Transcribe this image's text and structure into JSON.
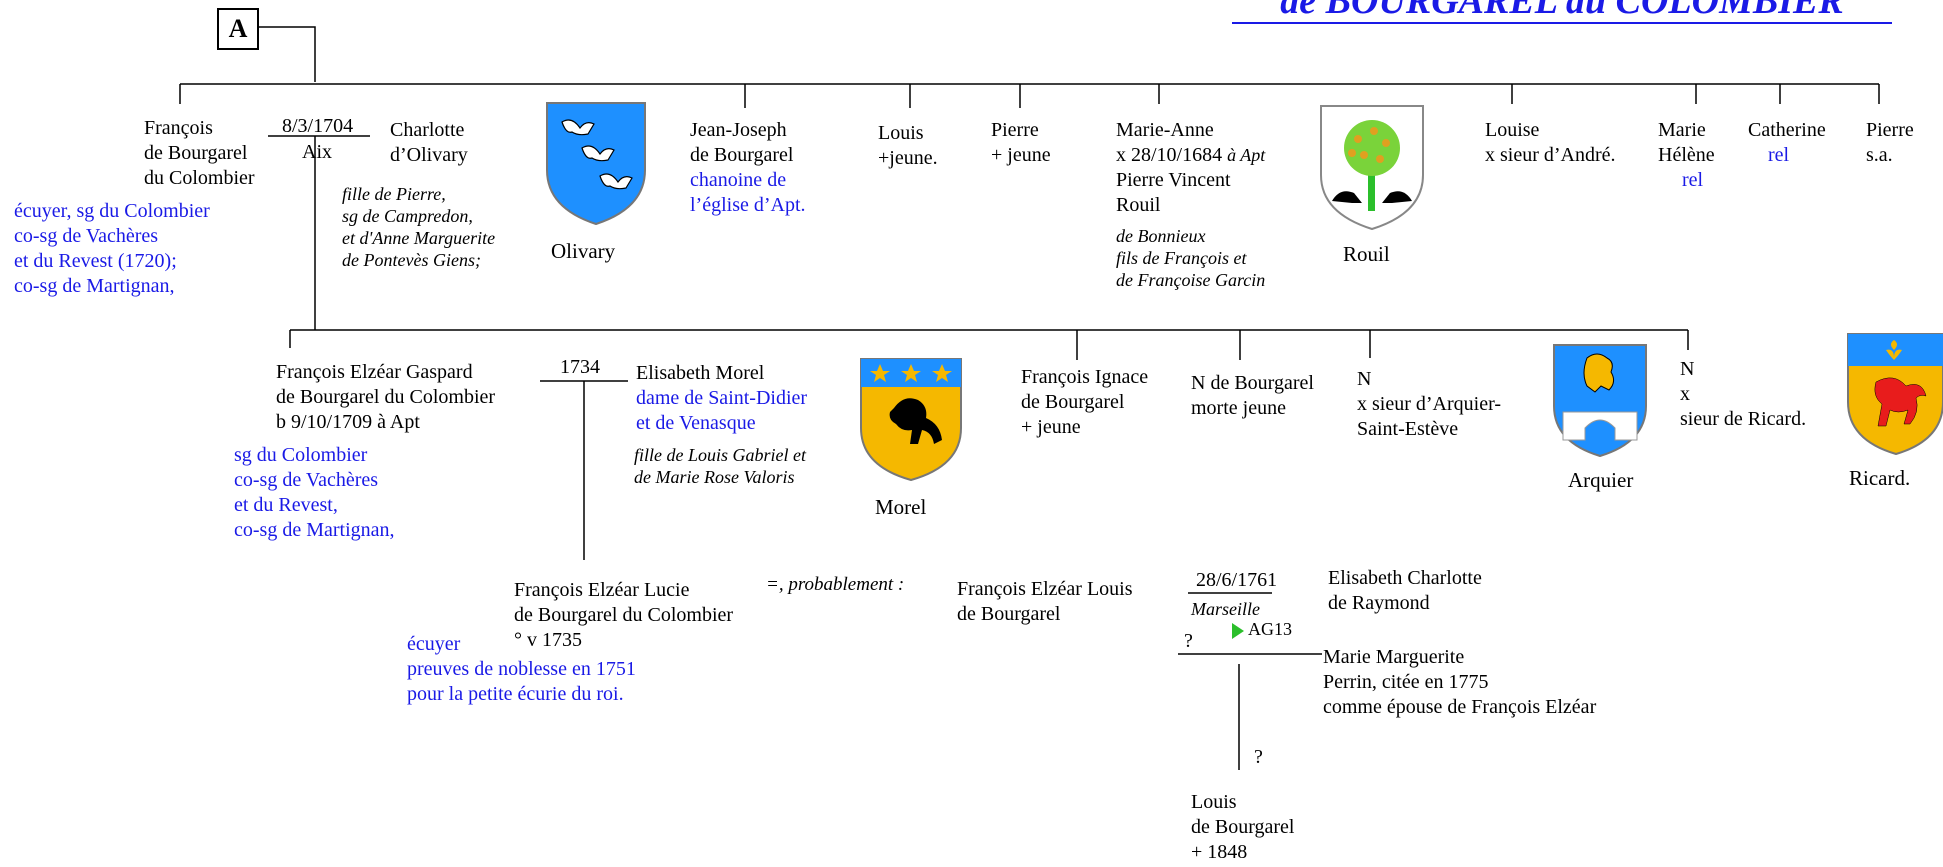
{
  "title": "de BOURGAREL du COLOMBIER",
  "box_label": "A",
  "gen1": {
    "francois": {
      "line1": "François",
      "line2": "de Bourgarel",
      "line3": "du Colombier"
    },
    "francois_titles": [
      "écuyer, sg du Colombier",
      "co-sg de Vachères",
      "et du Revest (1720);",
      "co-sg de Martignan,"
    ],
    "marriage_date": "8/3/1704",
    "marriage_place": "Aix",
    "charlotte": {
      "line1": "Charlotte",
      "line2": "d’Olivary"
    },
    "charlotte_parents": [
      "fille de Pierre,",
      "sg de Campredon,",
      "et d'Anne Marguerite",
      "de Pontevès Giens;"
    ],
    "olivary_label": "Olivary",
    "jean_joseph": {
      "line1": "Jean-Joseph",
      "line2": "de Bourgarel",
      "line3": "chanoine de",
      "line4": "l’église d’Apt."
    },
    "louis": {
      "line1": "Louis",
      "line2": "+jeune."
    },
    "pierre": {
      "line1": "Pierre",
      "line2": "+ jeune"
    },
    "marie_anne": {
      "line1": "Marie-Anne",
      "line2": "x 28/10/1684",
      "line2_place": "à Apt",
      "line3": "Pierre Vincent",
      "line4": "Rouil",
      "line5": "de Bonnieux",
      "line6": "fils de François et",
      "line7": "de Françoise Garcin"
    },
    "rouil_label": "Rouil",
    "louise": {
      "line1": "Louise",
      "line2": "x sieur d’André."
    },
    "marie_helene": {
      "line1": "Marie",
      "line2": "Hélène",
      "line3": "rel"
    },
    "catherine": {
      "line1": "Catherine",
      "line2": "rel"
    },
    "pierre2": {
      "line1": "Pierre",
      "line2": "s.a."
    }
  },
  "gen2": {
    "fe_gaspard": {
      "line1": "François Elzéar Gaspard",
      "line2": "de Bourgarel du Colombier",
      "line3": "b 9/10/1709 à Apt"
    },
    "fe_gaspard_titles": [
      "sg du Colombier",
      "co-sg de Vachères",
      "et du Revest,",
      "co-sg de Martignan,"
    ],
    "marriage_year": "1734",
    "elisabeth": {
      "line1": "Elisabeth Morel",
      "line2": "dame de Saint-Didier",
      "line3": "et de Venasque"
    },
    "elisabeth_parents": [
      "fille de Louis Gabriel et",
      "de Marie Rose Valoris"
    ],
    "morel_label": "Morel",
    "fi": {
      "line1": "François Ignace",
      "line2": "de Bourgarel",
      "line3": "+ jeune"
    },
    "n_bourgarel": {
      "line1": "N de Bourgarel",
      "line2": "morte jeune"
    },
    "n_arquier": {
      "line1": "N",
      "line2": "x sieur d’Arquier-",
      "line3": "Saint-Estève"
    },
    "arquier_label": "Arquier",
    "n_ricard": {
      "line1": "N",
      "line2": "x",
      "line3": "sieur de Ricard."
    },
    "ricard_label": "Ricard."
  },
  "gen3": {
    "fe_lucie": {
      "line1": "François Elzéar Lucie",
      "line2": "de Bourgarel du Colombier",
      "line3": "° v 1735"
    },
    "fe_lucie_titles": [
      "écuyer",
      "preuves de noblesse en 1751",
      "pour la petite écurie du roi."
    ],
    "probablement": "=, probablement :",
    "fe_louis": {
      "line1": "François Elzéar Louis",
      "line2": "de Bourgarel"
    },
    "marriage_date": "28/6/1761",
    "marriage_place": "Marseille",
    "link_label": "AG13",
    "question1": "?",
    "elisabeth_charlotte": {
      "line1": "Elisabeth Charlotte",
      "line2": "de Raymond"
    },
    "marie_marguerite": {
      "line1": "Marie Marguerite",
      "line2": "Perrin, citée en 1775",
      "line3": "comme épouse de François Elzéar"
    },
    "question2": "?",
    "louis": {
      "line1": "Louis",
      "line2": "de Bourgarel",
      "line3": "+ 1848"
    }
  },
  "colors": {
    "blue_text": "#1a1ae6",
    "shield_blue": "#1e90ff",
    "shield_gold": "#f5b800",
    "shield_red": "#e81c1c",
    "green_arrow": "#2bbf2b"
  }
}
